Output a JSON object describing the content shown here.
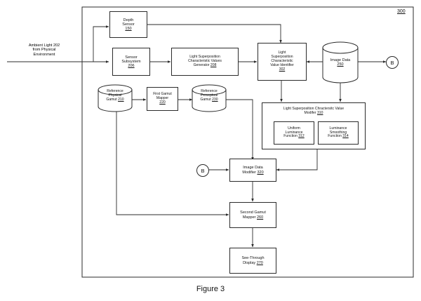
{
  "figure": {
    "caption": "Figure 3",
    "reference_numeral": "300"
  },
  "input": {
    "ambient_light_line1": "Ambient Light 202",
    "ambient_light_line2": "from Physical",
    "ambient_light_line3": "Environment"
  },
  "connectors": {
    "b_right_label": "B",
    "b_left_label": "B"
  },
  "nodes": {
    "depth_sensor": {
      "line1": "Depth",
      "line2": "Sensor",
      "num": "150"
    },
    "sensor_subsystem": {
      "line1": "Sensor",
      "line2": "Subsystem",
      "num": "206"
    },
    "values_generator": {
      "line1": "Light Superposition",
      "line2": "Characteristic Values",
      "line3": "Generator ",
      "num": "208"
    },
    "value_identifier": {
      "line1": "Light",
      "line2": "Superposition",
      "line3": "Characteristic",
      "line4": "Value Identifier",
      "num": "302"
    },
    "image_data": {
      "line1": "Image Data",
      "num": "250"
    },
    "reference_physical_gamut": {
      "line1": "Reference",
      "line2": "Physical",
      "line3": "Gamut ",
      "num": "210"
    },
    "first_gamut_mapper": {
      "line1": "First Gamut",
      "line2": "Mapper",
      "num": "220"
    },
    "reference_perceptual_gamut": {
      "line1": "Reference",
      "line2": "Perceptual",
      "line3": "Gamut ",
      "num": "230"
    },
    "value_modifier": {
      "line1": "Light Superposition Chractersitc Value",
      "line2": "Modifer ",
      "num": "310"
    },
    "uniform_luminance_function": {
      "line1": "Uniform",
      "line2": "Luminance",
      "line3": "Function ",
      "num": "312"
    },
    "luminance_smoothing_function": {
      "line1": "Luminance",
      "line2": "Smoothing",
      "line3": "Function ",
      "num": "314"
    },
    "image_data_modifier": {
      "line1": "Image Data",
      "line2": "Modifier ",
      "num": "320"
    },
    "second_gamut_mapper": {
      "line1": "Second Gamut",
      "line2": "Mapper ",
      "num": "260"
    },
    "see_through_display": {
      "line1": "See-Through",
      "line2": "Display ",
      "num": "270"
    }
  },
  "colors": {
    "stroke": "#2b2b2b",
    "text": "#111111",
    "background": "#ffffff"
  }
}
